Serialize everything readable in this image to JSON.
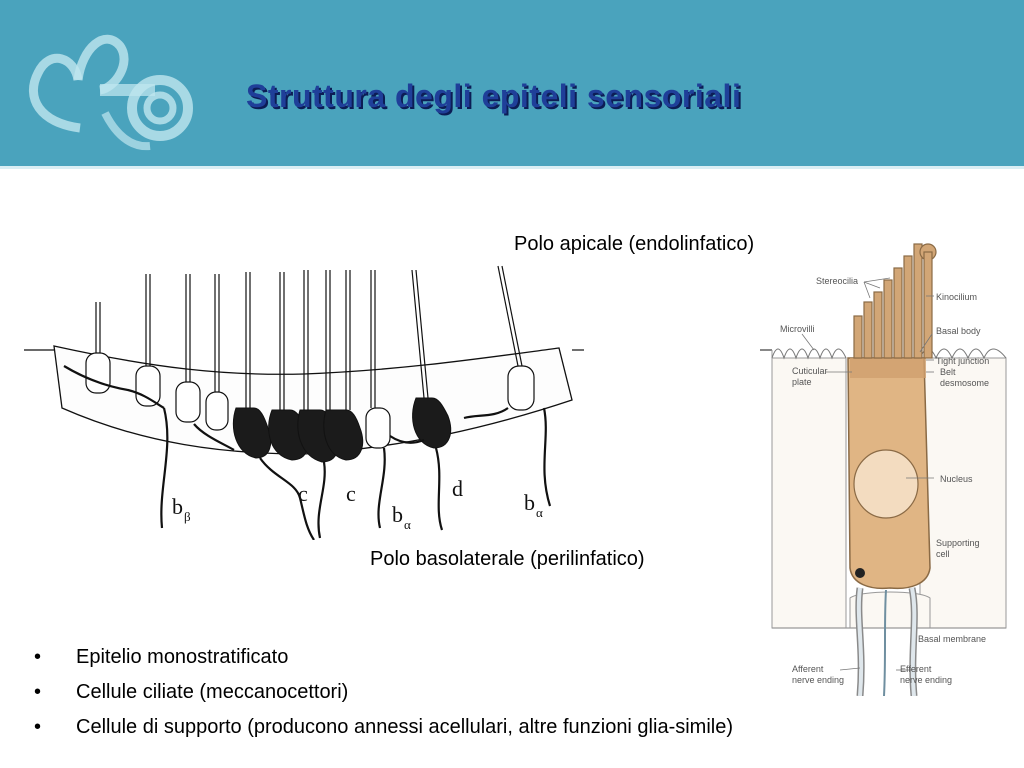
{
  "slide": {
    "title": "Struttura degli epiteli sensoriali",
    "logo_icon": "inner-ear-icon",
    "accent_color": "#4aa3bd",
    "title_color": "#1f3f99"
  },
  "captions": {
    "apical": "Polo apicale (endolinfatico)",
    "basolateral": "Polo basolaterale (perilinfatico)"
  },
  "left_figure": {
    "labels": {
      "b_beta": "b",
      "b_beta_sub": "β",
      "c1": "c",
      "c2": "c",
      "b_alpha_1": "b",
      "b_alpha_1_sub": "α",
      "d": "d",
      "b_alpha_2": "b",
      "b_alpha_2_sub": "α"
    }
  },
  "right_figure": {
    "labels": {
      "stereocilia": "Stereocilia",
      "kinocilium": "Kinocilium",
      "microvilli": "Microvilli",
      "basal_body": "Basal body",
      "tight_junction": "Tight junction",
      "belt": "Belt",
      "desmosome": "desmosome",
      "cuticular": "Cuticular",
      "plate": "plate",
      "nucleus": "Nucleus",
      "supporting": "Supporting",
      "cell": "cell",
      "basal_membrane": "Basal membrane",
      "afferent": "Afferent",
      "afferent_2": "nerve ending",
      "efferent": "Efferent",
      "efferent_2": "nerve ending"
    }
  },
  "bullets": [
    "Epitelio monostratificato",
    "Cellule ciliate (meccanocettori)",
    "Cellule di supporto (producono annessi acellulari, altre funzioni glia-simile)"
  ]
}
